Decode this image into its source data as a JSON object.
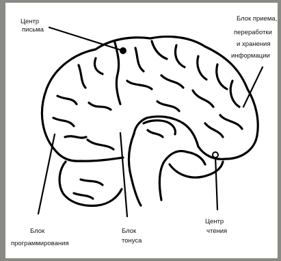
{
  "labels": {
    "writing_center": [
      "Центр",
      "письма"
    ],
    "input_block": [
      "Блок приема,",
      "переработки",
      "и хранения",
      "информации"
    ],
    "programming_block": [
      "Блок",
      "программирования"
    ],
    "tone_block": [
      "Блок",
      "тонуса"
    ],
    "reading_center": [
      "Центр",
      "чтения"
    ]
  },
  "colors": {
    "frame": "#8a8a84",
    "paper": "#ffffff",
    "ink": "#000000"
  }
}
